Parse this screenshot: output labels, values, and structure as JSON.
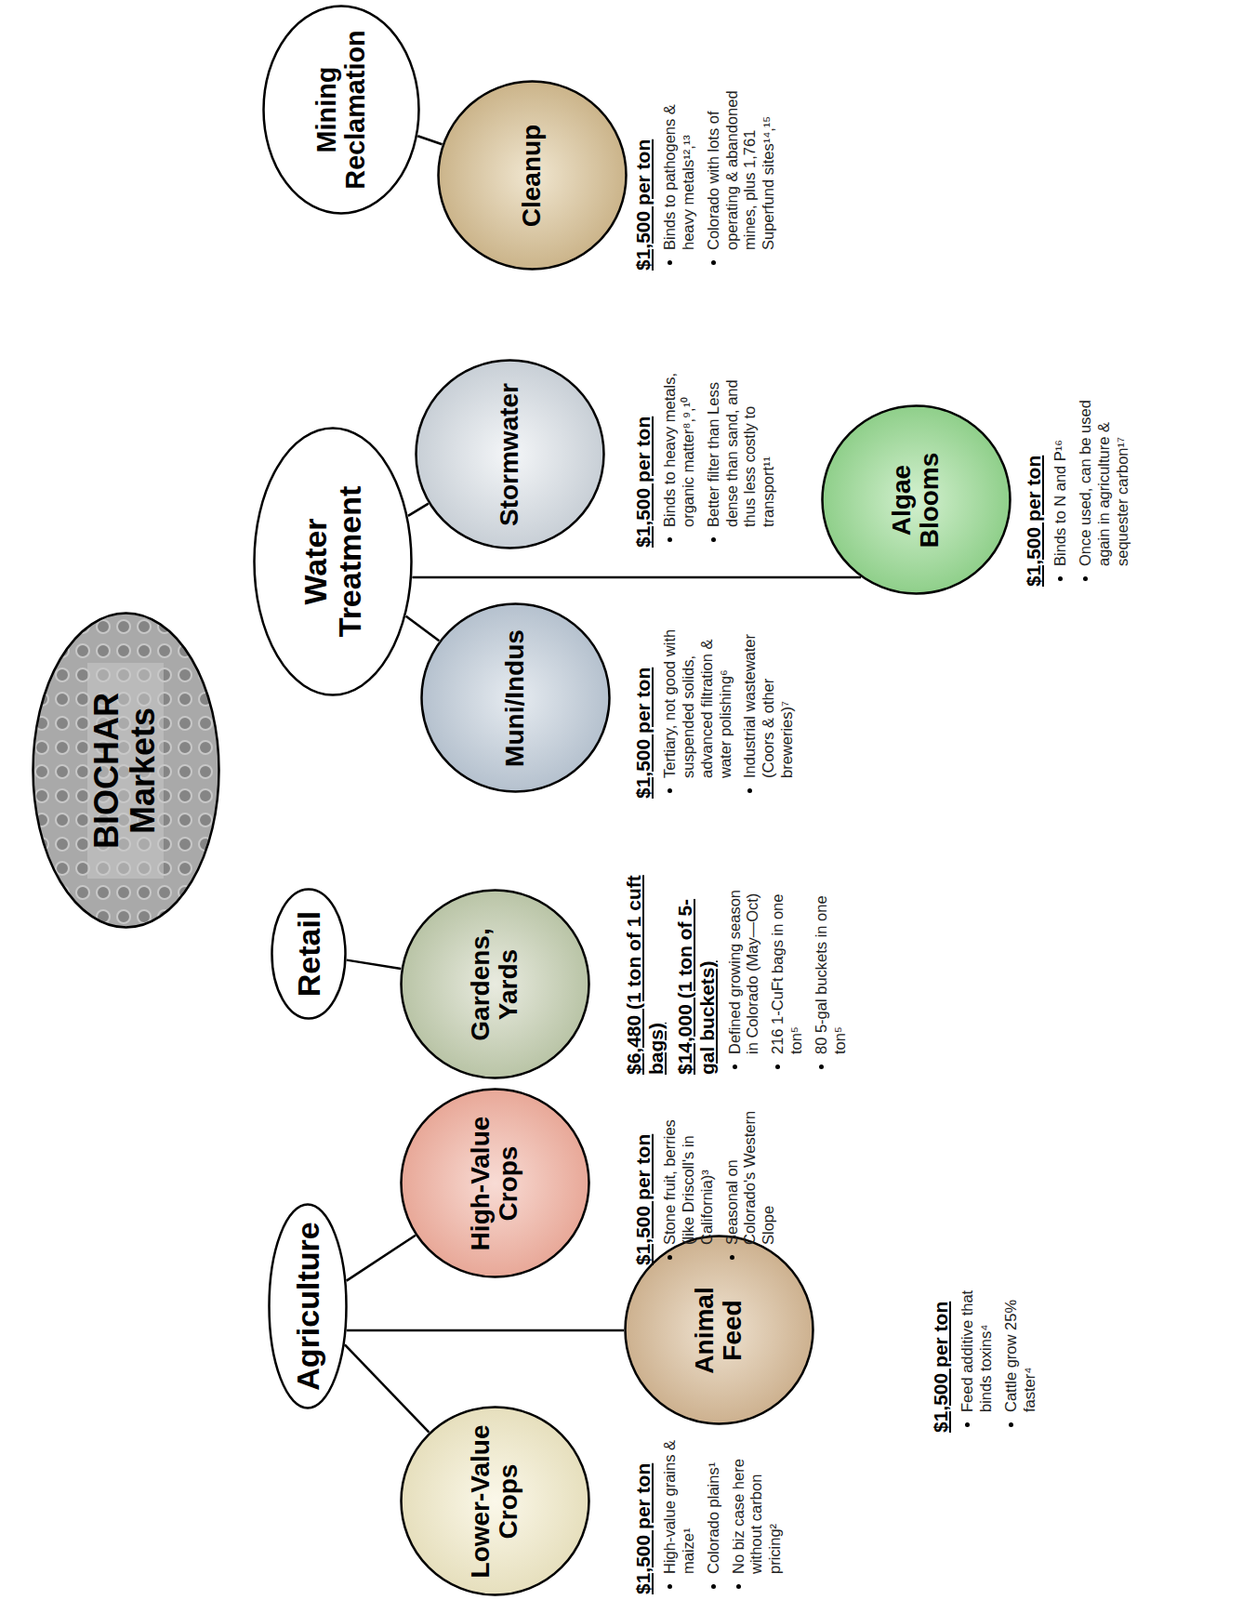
{
  "diagram": {
    "nodes": [
      {
        "text": [
          "BIOCHAR Markets"
        ]
      },
      {
        "text": [
          "Agriculture"
        ]
      },
      {
        "text": [
          "Lower-Value Crops"
        ]
      },
      {
        "text": [
          "High-Value Crops"
        ]
      },
      {
        "text": [
          "Animal Feed"
        ]
      },
      {
        "text": [
          "Retail"
        ]
      },
      {
        "text": [
          "Gardens, Yards"
        ]
      },
      {
        "text": [
          "Water Treatment"
        ]
      },
      {
        "text": [
          "Muni/Indus"
        ]
      },
      {
        "text": [
          "Stormwater"
        ]
      },
      {
        "text": [
          "Algae Blooms"
        ]
      },
      {
        "text": [
          "Mining Reclamation"
        ]
      },
      {
        "text": [
          "Cleanup"
        ]
      }
    ],
    "edges": [
      {
        "from": 1,
        "to": 2,
        "arrow": "none"
      },
      {
        "from": 1,
        "to": 3,
        "arrow": "none"
      },
      {
        "from": 1,
        "to": 4,
        "arrow": "none"
      },
      {
        "from": 5,
        "to": 6,
        "arrow": "none"
      },
      {
        "from": 7,
        "to": 8,
        "arrow": "none"
      },
      {
        "from": 7,
        "to": 9,
        "arrow": "none"
      },
      {
        "from": 7,
        "to": 10,
        "arrow": "none"
      },
      {
        "from": 11,
        "to": 12,
        "arrow": "none"
      }
    ],
    "labels": [
      "$1,500 per ton",
      "High-value grains & maize¹",
      "Colorado plains¹",
      "No biz case here without carbon pricing²",
      "$1,500 per ton",
      "Stone fruit, berries (like Driscoll's in California)³",
      "Seasonal on Colorado's Western Slope",
      "$1,500 per ton",
      "Feed additive that binds toxins⁴",
      "Cattle grow 25% faster⁴",
      "$6,480 (1 ton of 1 cuft bags)",
      "$14,000 (1 ton of 5-gal buckets)",
      "Defined growing season in Colorado (May—Oct)",
      "216 1-CuFt bags in one ton⁵",
      "80 5-gal buckets in one ton⁵",
      "$1,500 per ton",
      "Tertiary, not good with suspended solids, advanced filtration & water polishing⁶",
      "Industrial wastewater (Coors & other breweries)⁷",
      "$1,500 per ton",
      "Binds to heavy metals, organic matter⁸,⁹,¹⁰",
      "Better filter than Less dense than sand, and thus less costly to transport¹¹",
      "$1,500 per ton",
      "Binds to N and P¹⁶",
      "Once used, can be used again in agriculture & sequester carbon¹⁷",
      "$1,500 per ton",
      "Binds to pathogens & heavy metals¹²,¹³",
      "Colorado with lots of operating & abandoned mines, plus 1,761 Superfund sites¹⁴,¹⁵"
    ]
  }
}
